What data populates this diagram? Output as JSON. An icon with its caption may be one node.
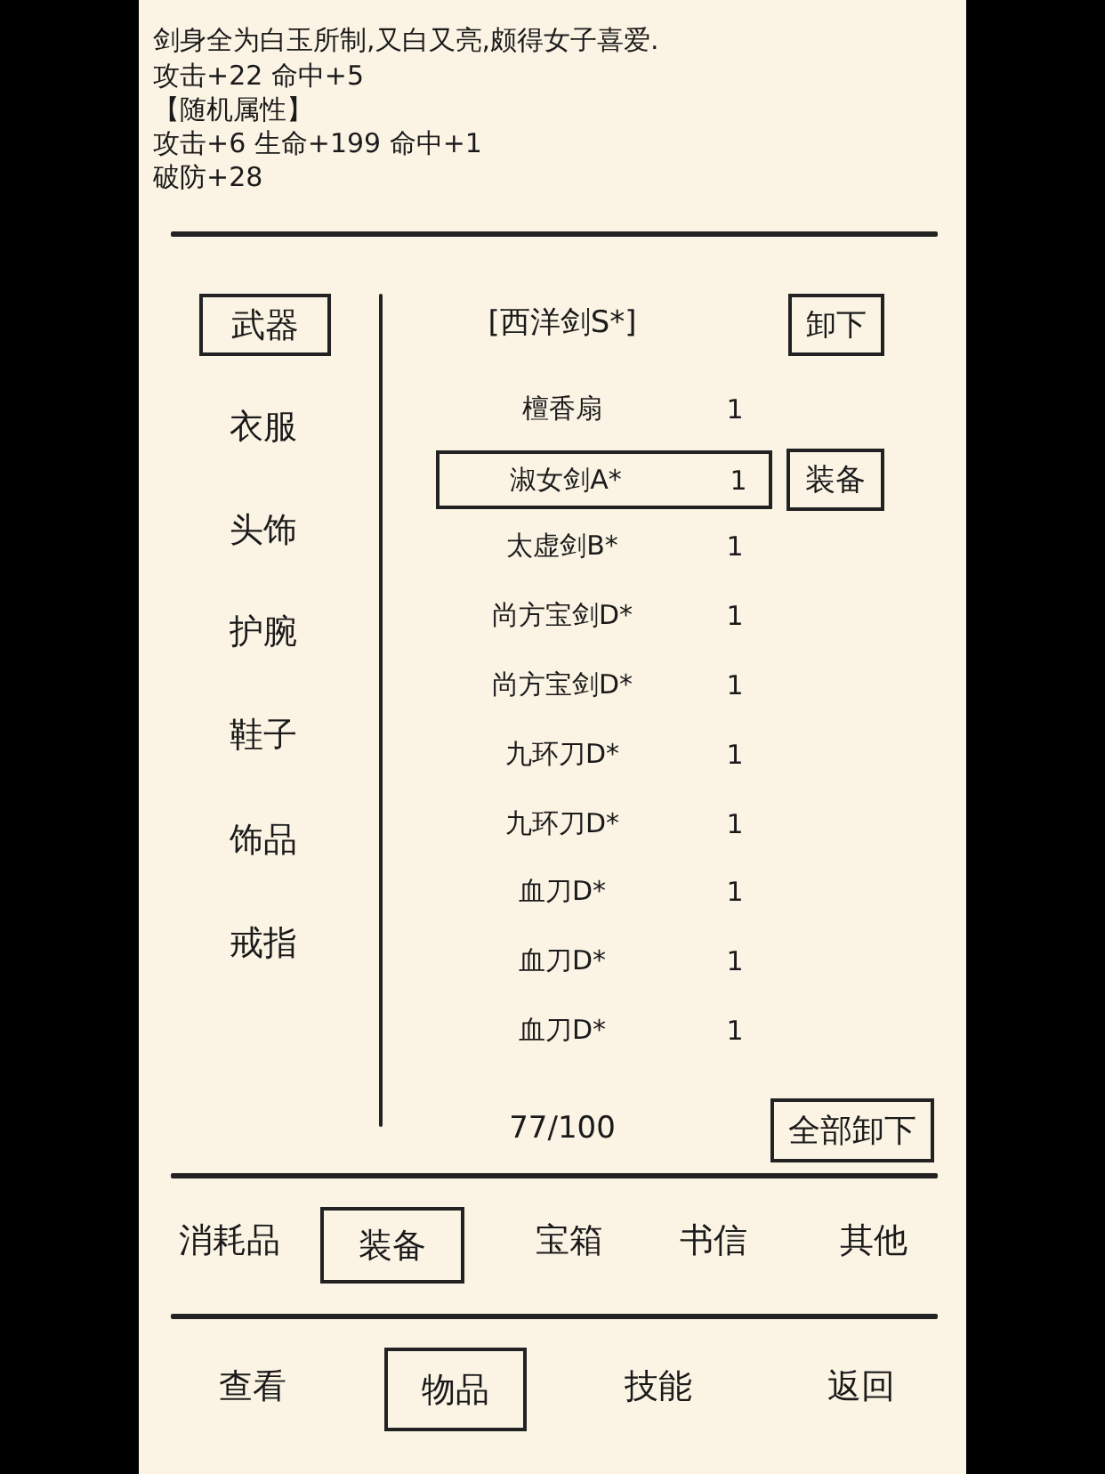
{
  "diagram": {
    "nodes": [
      {
        "text": [
          "武器"
        ]
      },
      {
        "text": [
          "卸下"
        ]
      },
      {
        "text": [
          "淑女剑A*",
          "1"
        ]
      },
      {
        "text": [
          "装备"
        ]
      },
      {
        "text": [
          "全部卸下"
        ]
      },
      {
        "text": [
          "装备"
        ]
      },
      {
        "text": [
          "物品"
        ]
      }
    ],
    "labels": [
      "剑身全为白玉所制,又白又亮,颇得女子喜爱.",
      "攻击+22 命中+5",
      "【随机属性】",
      "攻击+6 生命+199 命中+1",
      "破防+28",
      "衣服",
      "头饰",
      "护腕",
      "鞋子",
      "饰品",
      "戒指",
      "[西洋剑S*]",
      "檀香扇",
      "1",
      "太虚剑B*",
      "1",
      "尚方宝剑D*",
      "1",
      "尚方宝剑D*",
      "1",
      "九环刀D*",
      "1",
      "九环刀D*",
      "1",
      "血刀D*",
      "1",
      "血刀D*",
      "1",
      "血刀D*",
      "1",
      "77/100",
      "消耗品",
      "宝箱",
      "书信",
      "其他",
      "查看",
      "技能",
      "返回"
    ]
  }
}
